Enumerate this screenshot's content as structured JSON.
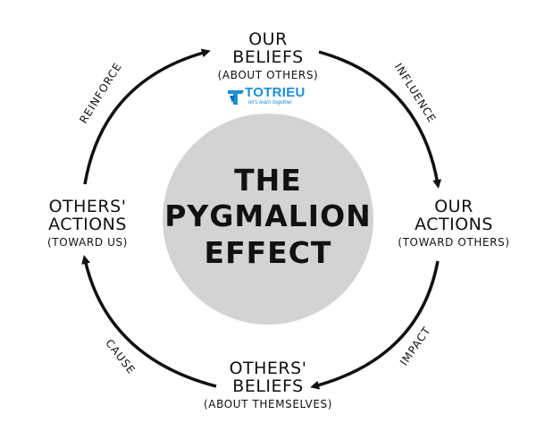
{
  "diagram": {
    "center": {
      "lines": [
        "THE",
        "PYGMALION",
        "EFFECT"
      ]
    },
    "nodes": {
      "our_beliefs": {
        "lines": [
          "OUR",
          "BELIEFS"
        ],
        "sub": "(ABOUT OTHERS)"
      },
      "our_actions": {
        "lines": [
          "OUR",
          "ACTIONS"
        ],
        "sub": "(TOWARD OTHERS)"
      },
      "others_beliefs": {
        "lines": [
          "OTHERS'",
          "BELIEFS"
        ],
        "sub": "(ABOUT THEMSELVES)"
      },
      "others_actions": {
        "lines": [
          "OTHERS'",
          "ACTIONS"
        ],
        "sub": "(TOWARD US)"
      }
    },
    "edges": {
      "influence": "INFLUENCE",
      "impact": "IMPACT",
      "cause": "CAUSE",
      "reinforce": "REINFORCE"
    },
    "logo": {
      "name": "TOTRIEU",
      "tagline": "let's learn together"
    }
  },
  "colors": {
    "circle_fill": "#d3d3d3",
    "arrow": "#111111",
    "text": "#111111",
    "logo_blue": "#1a8fd6"
  }
}
